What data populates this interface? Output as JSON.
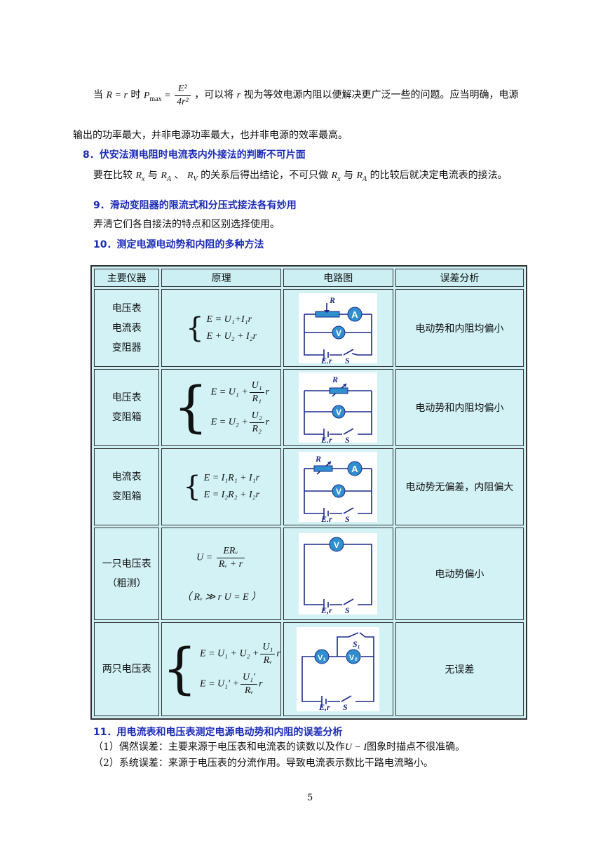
{
  "para_top": {
    "lead": "当",
    "cond": "R = r",
    "mid": "时",
    "formula_lhs": "P",
    "formula_sub": "max",
    "formula_num": "E²",
    "formula_den": "4r²",
    "text1": "，可以将",
    "var_r": "r",
    "text2": "视为等效电源内阻以便解决更广泛一些的问题。应当明确，电源",
    "line2": "输出的功率最大，并非电源功率最大，也并非电源的效率最高。"
  },
  "sec8": {
    "heading": "8．伏安法测电阻时电流表内外接法的判断不可片面",
    "t1": "要在比较",
    "t2": "与",
    "t3": "、",
    "t4": "的关系后得出结论，不可只做",
    "t5": "与",
    "t6": "的比较后就决定电流表的接法。"
  },
  "sec9": {
    "heading": "9．滑动变阻器的限流式和分压式接法各有妙用",
    "text": "弄清它们各自接法的特点和区别选择使用。"
  },
  "sec10": {
    "heading": "10．测定电源电动势和内阻的多种方法"
  },
  "table": {
    "headers": [
      "主要仪器",
      "原理",
      "电路图",
      "误差分析"
    ],
    "rows": [
      {
        "instruments": [
          "电压表",
          "电流表",
          "变阻器"
        ],
        "eq1": "E = U₁+I₁r",
        "eq2": "E + U₂ + I₂r",
        "error": "电动势和内阻均偏小"
      },
      {
        "instruments": [
          "电压表",
          "变阻箱"
        ],
        "eq1_lhs": "E = U₁ +",
        "eq1_num": "U₁",
        "eq1_den": "R₁",
        "eq2_lhs": "E = U₂ +",
        "eq2_num": "U₂",
        "eq2_den": "R₂",
        "var": "r",
        "error": "电动势和内阻均偏小"
      },
      {
        "instruments": [
          "电流表",
          "变阻箱"
        ],
        "eq1": "E = I₁R₁ + I₁r",
        "eq2": "E = I₂R₂ + I₂r",
        "error": "电动势无偏差，内阻偏大"
      },
      {
        "instruments": [
          "一只电压表",
          "（粗测）"
        ],
        "eq_lhs": "U =",
        "eq_num": "ERᵥ",
        "eq_den": "Rᵥ + r",
        "cond": "（ Rᵥ ≫ r      U = E ）",
        "error": "电动势偏小"
      },
      {
        "instruments": [
          "两只电压表"
        ],
        "eq1_lhs": "E = U₁ + U₂ +",
        "eq1_num": "U₁",
        "eq1_den": "Rᵥ",
        "eq2_lhs": "E = U₁′ +",
        "eq2_num": "U₁′",
        "eq2_den": "Rᵥ",
        "var": "r",
        "error": "无误差"
      }
    ],
    "circuit_labels": {
      "R": "R",
      "A": "A",
      "V": "V",
      "V1": "V₁",
      "V2": "V₂",
      "S1": "S₁",
      "Er": "E,r",
      "S": "S"
    }
  },
  "sec11": {
    "heading": "11．用电流表和电压表测定电源电动势和内阻的误差分析",
    "item1": "（1）偶然误差：主要来源于电压表和电流表的读数以及作",
    "item1_math": "U − I",
    "item1_end": "图象时描点不很准确。",
    "item2": "（2）系统误差：来源于电压表的分流作用。导致电流表示数比干路电流略小。"
  },
  "page_number": "5",
  "colors": {
    "heading": "#1c2bb8",
    "table_bg": "#d2f2f6",
    "circuit_line": "#1a2a8c",
    "meter_fill": "#2f8fcf"
  }
}
